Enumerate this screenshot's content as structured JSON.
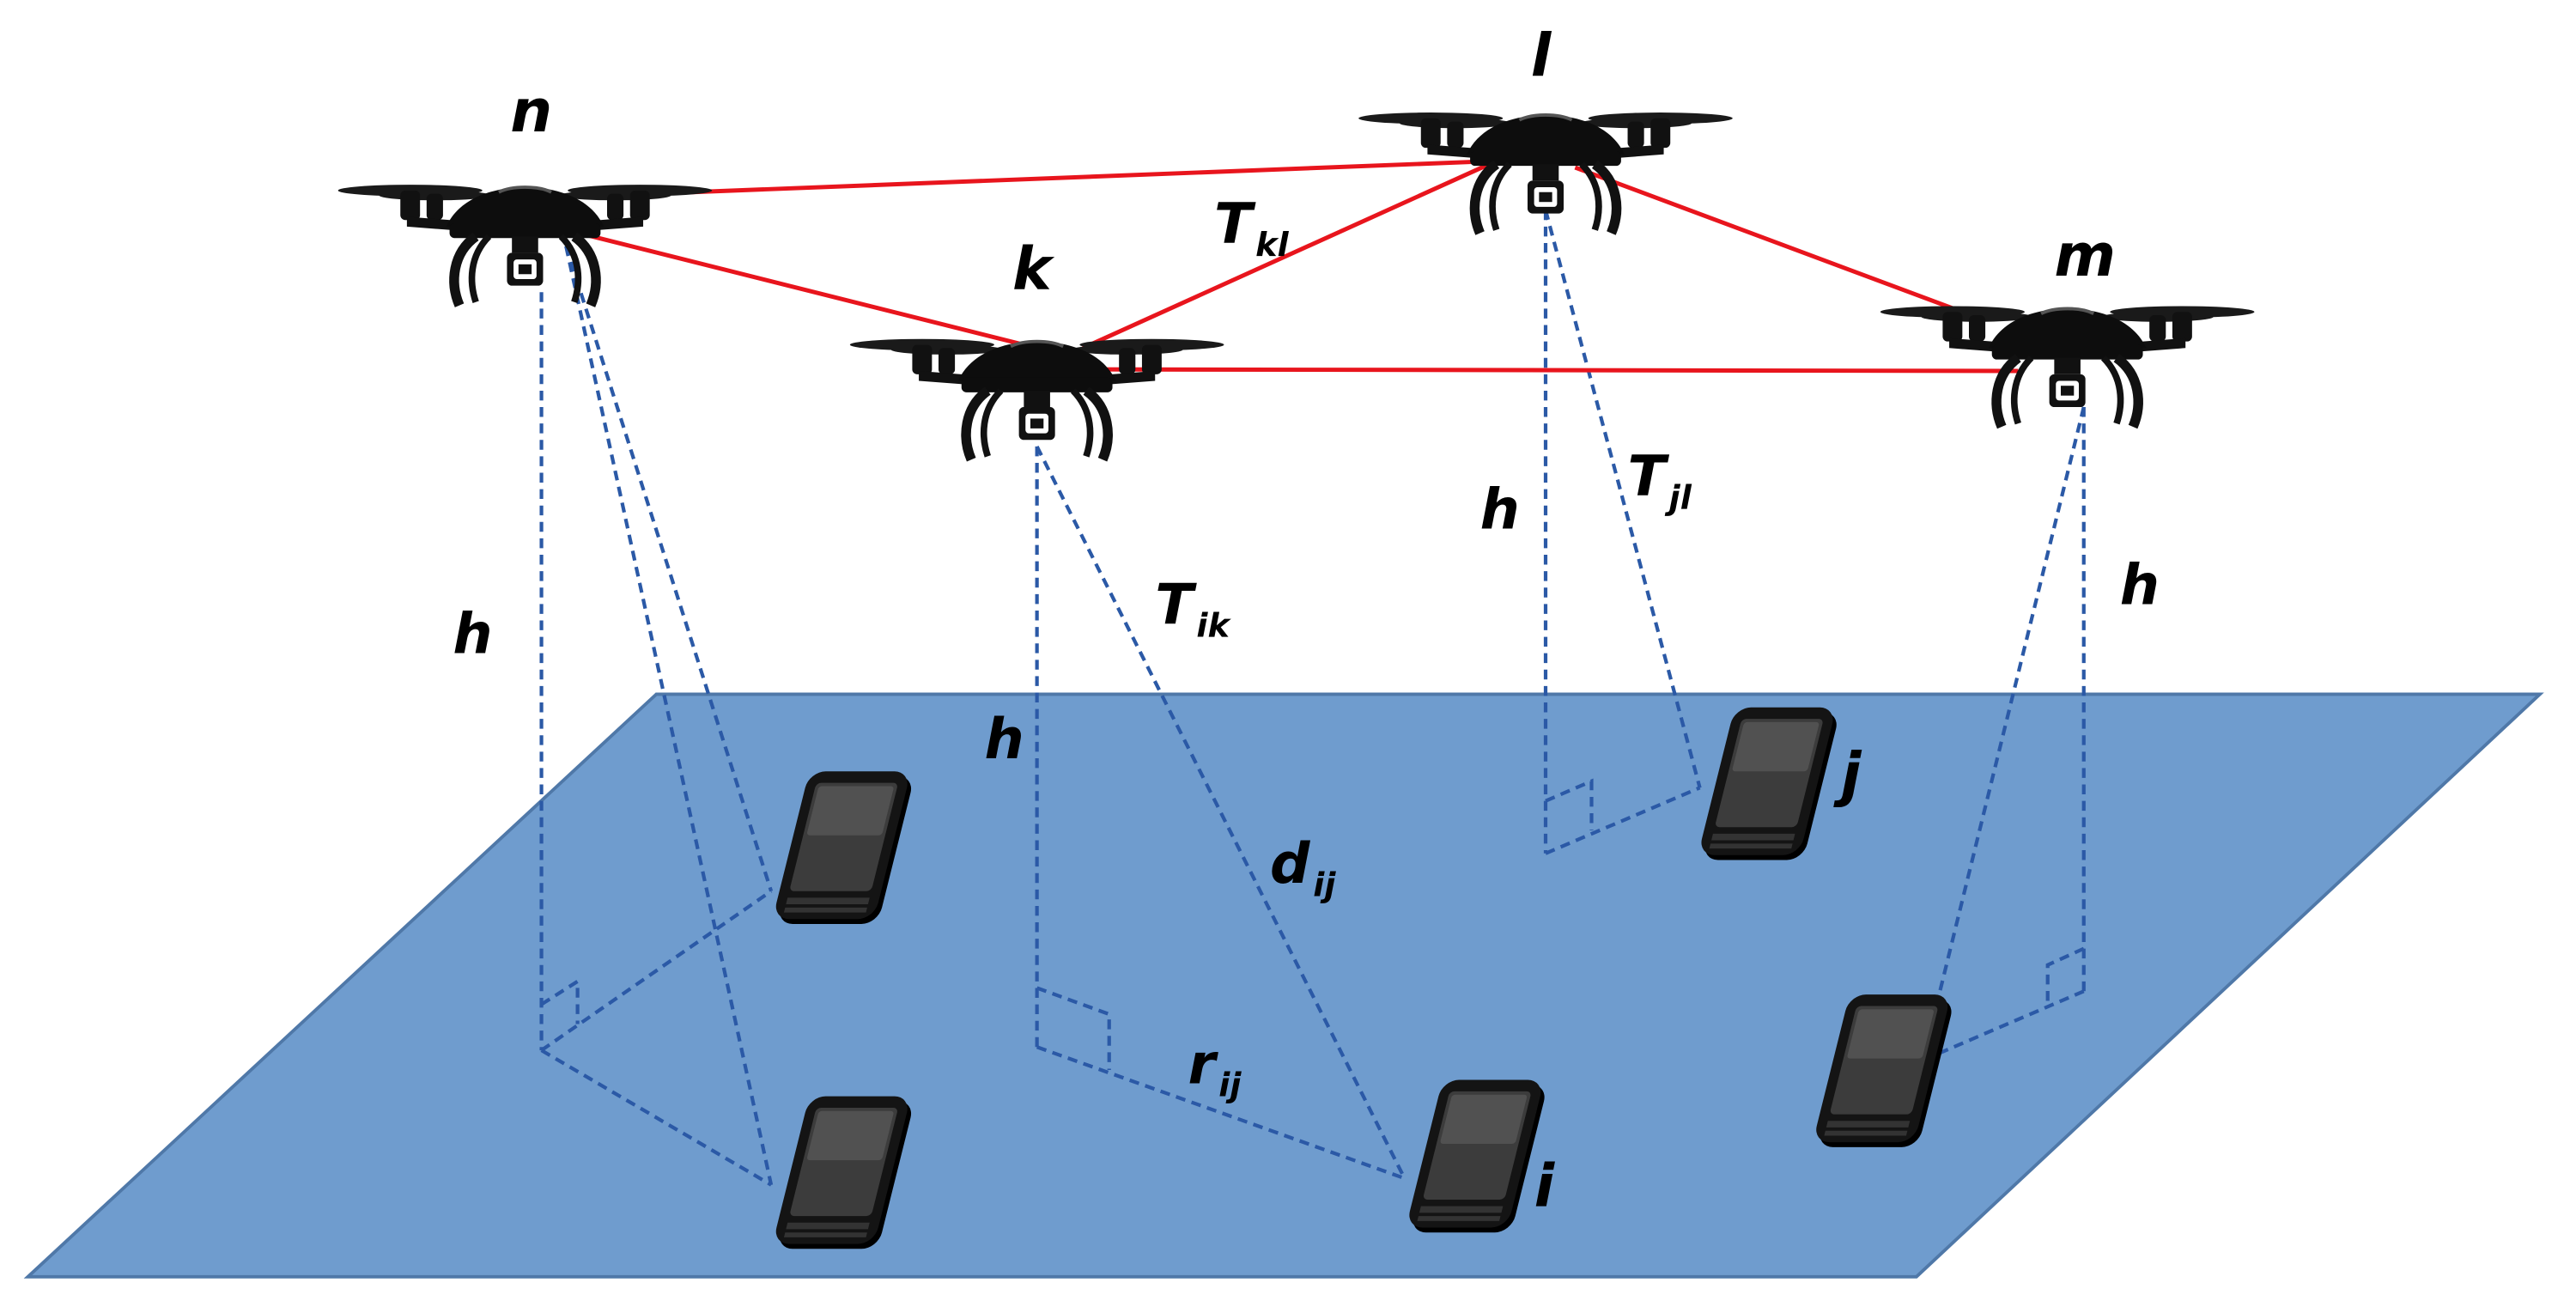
{
  "colors": {
    "ground": "#6f9cce",
    "ground_edge": "#4f78a8",
    "uav_link": "#e8151d",
    "ground_link": "#2b59a6",
    "device": "#111111"
  },
  "icons": {
    "uav": "quadcopter-drone-icon",
    "user": "smartphone-icon"
  },
  "labels": {
    "uav_n": "n",
    "uav_l": "l",
    "uav_k": "k",
    "uav_m": "m",
    "user_i": "i",
    "user_j": "j",
    "T_kl": {
      "base": "T",
      "sub": "kl"
    },
    "T_jl": {
      "base": "T",
      "sub": "jl"
    },
    "T_ik": {
      "base": "T",
      "sub": "ik"
    },
    "d_ij": {
      "base": "d",
      "sub": "ij"
    },
    "r_ij": {
      "base": "r",
      "sub": "ij"
    },
    "h": "h"
  }
}
